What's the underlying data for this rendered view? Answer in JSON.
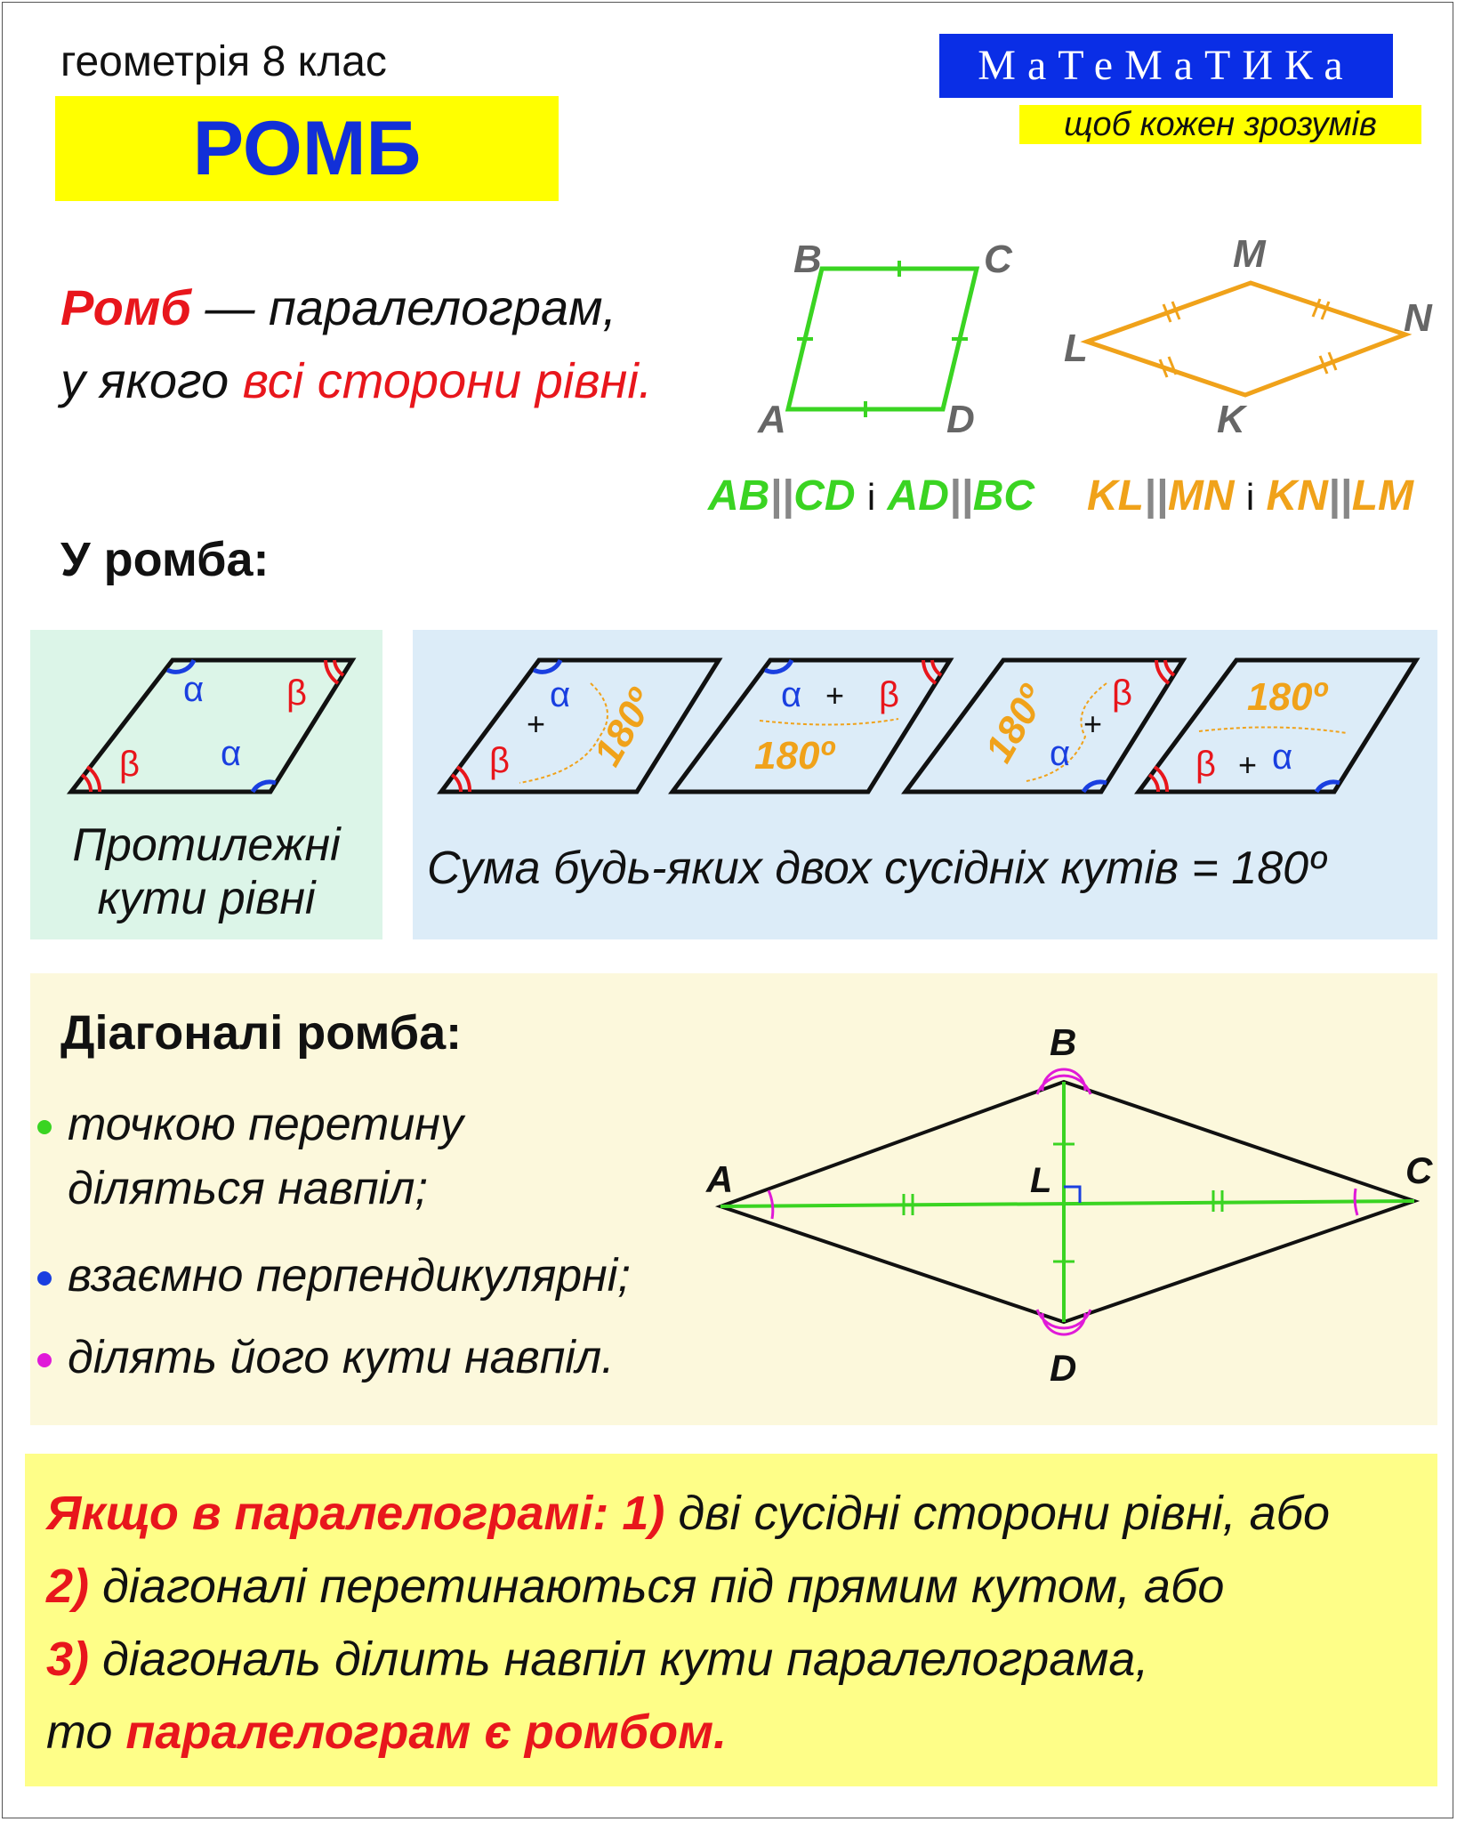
{
  "header": {
    "subject": "геометрія 8 клас",
    "title": "РОМБ",
    "brand": "МаТеМаТИКа",
    "brand_tagline": "щоб кожен зрозумів"
  },
  "definition": {
    "term": "Ромб",
    "line1_rest": " — паралелограм,",
    "line2_start": "у якого ",
    "line2_highlight": "всі сторони рівні."
  },
  "figure1": {
    "labels": [
      "B",
      "C",
      "A",
      "D"
    ],
    "color": "#3ad422"
  },
  "figure2": {
    "labels": [
      "M",
      "N",
      "L",
      "K"
    ],
    "color": "#f0a21a"
  },
  "parallel1": {
    "a": "AB",
    "b": "CD",
    "conj": "і",
    "c": "AD",
    "d": "BC",
    "sym": "||"
  },
  "parallel2": {
    "a": "KL",
    "b": "MN",
    "conj": "і",
    "c": "KN",
    "d": "LM",
    "sym": "||"
  },
  "section_title": "У ромба:",
  "angles": {
    "alpha": "α",
    "beta": "β",
    "plus": "+",
    "deg180": "180º"
  },
  "property_opposite": {
    "line1": "Протилежні",
    "line2": "кути рівні"
  },
  "property_sum": "Сума будь-яких двох сусідніх кутів = 180º",
  "diagonals": {
    "title": "Діагоналі ромба:",
    "bullets": [
      {
        "line1": "точкою перетину",
        "line2": "діляться навпіл;",
        "color": "#3ad422"
      },
      {
        "line1": "взаємно перпендикулярні;",
        "color": "#1a3fe0"
      },
      {
        "line1": "ділять його кути навпіл.",
        "color": "#e01ad8"
      }
    ],
    "labels": {
      "A": "A",
      "B": "B",
      "C": "C",
      "D": "D",
      "L": "L"
    }
  },
  "conclusion": {
    "p1_red": "Якщо в паралелограмі: 1)",
    "p1_rest": " дві сусідні сторони рівні, або",
    "p2_red": "2)",
    "p2_rest": " діагоналі перетинаються під прямим кутом, або",
    "p3_red": "3)",
    "p3_rest": " діагональ ділить навпіл кути паралелограма,",
    "p4_start": "то ",
    "p4_red": "паралелограм є ромбом."
  },
  "colors": {
    "title_blue": "#1230d8",
    "red": "#e8161c",
    "green": "#3ad422",
    "orange": "#f0a21a",
    "yellow": "#ffff00"
  }
}
